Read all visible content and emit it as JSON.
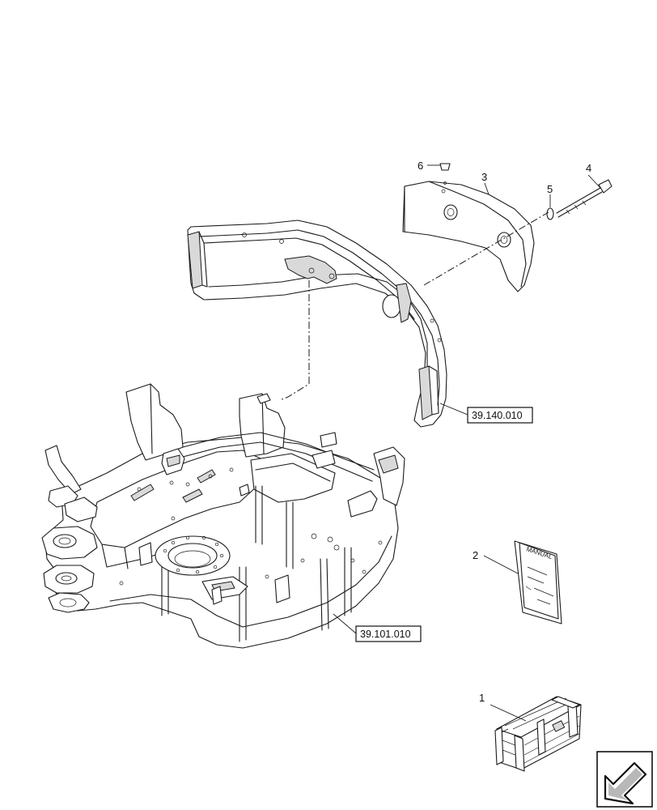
{
  "callouts": {
    "c1": "1",
    "c2": "2",
    "c3": "3",
    "c4": "4",
    "c5": "5",
    "c6": "6"
  },
  "references": {
    "counterweight_ref": "39.140.010",
    "frame_ref": "39.101.010"
  },
  "manual_cover_text": "MANUAL",
  "icons": {
    "nav_arrow": "arrow-down-left-icon"
  }
}
